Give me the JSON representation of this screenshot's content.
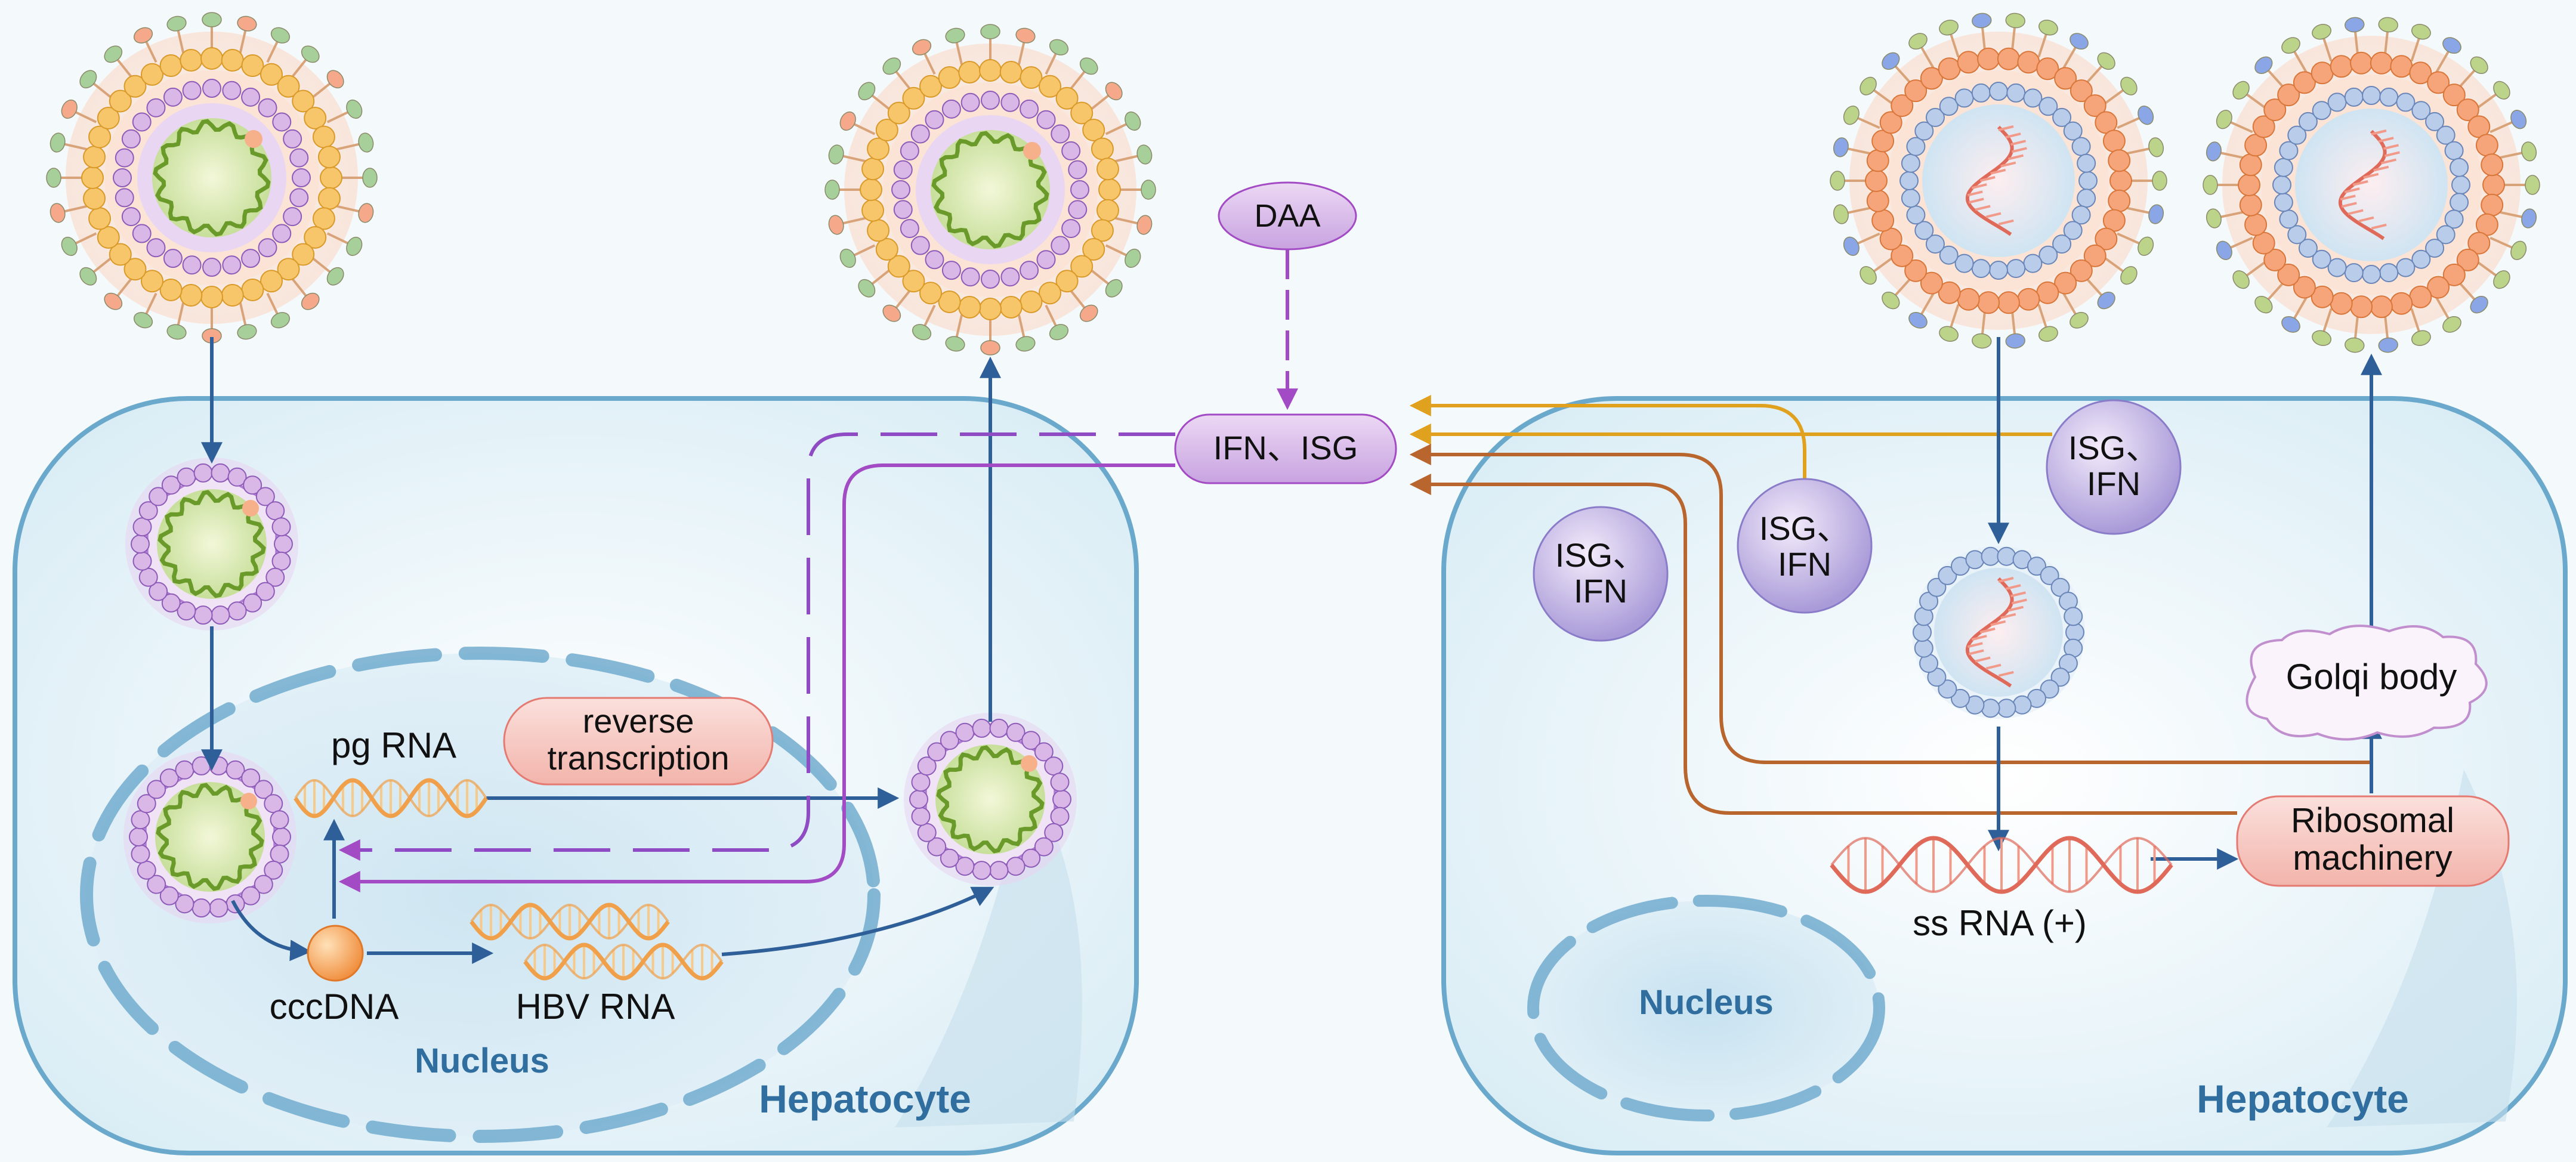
{
  "labels": {
    "daa": "DAA",
    "ifn_isg": "IFN、ISG",
    "pg_rna": "pg RNA",
    "reverse_transcription_1": "reverse",
    "reverse_transcription_2": "transcription",
    "cccdna": "cccDNA",
    "hbv_rna": "HBV RNA",
    "nucleus_left": "Nucleus",
    "hepatocyte_left": "Hepatocyte",
    "isg_ifn_a_1": "ISG、",
    "isg_ifn_a_2": "IFN",
    "isg_ifn_b_1": "ISG、",
    "isg_ifn_b_2": "IFN",
    "isg_ifn_c_1": "ISG、",
    "isg_ifn_c_2": "IFN",
    "golgi": "Golqi body",
    "ribosomal_1": "Ribosomal",
    "ribosomal_2": "machinery",
    "ss_rna": "ss RNA (+)",
    "nucleus_right": "Nucleus",
    "hepatocyte_right": "Hepatocyte"
  },
  "colors": {
    "cell_border": "#6aa8cc",
    "pathway_arrow": "#2f5f98",
    "ifn_purple": "#a24bc4",
    "isg_orange": "#e0a21e",
    "isg_brown": "#b8652e",
    "hbv_capsid": "#b07ed6",
    "hcv_capsid": "#8aa6d8",
    "rna_strand": "#e06a5a"
  }
}
